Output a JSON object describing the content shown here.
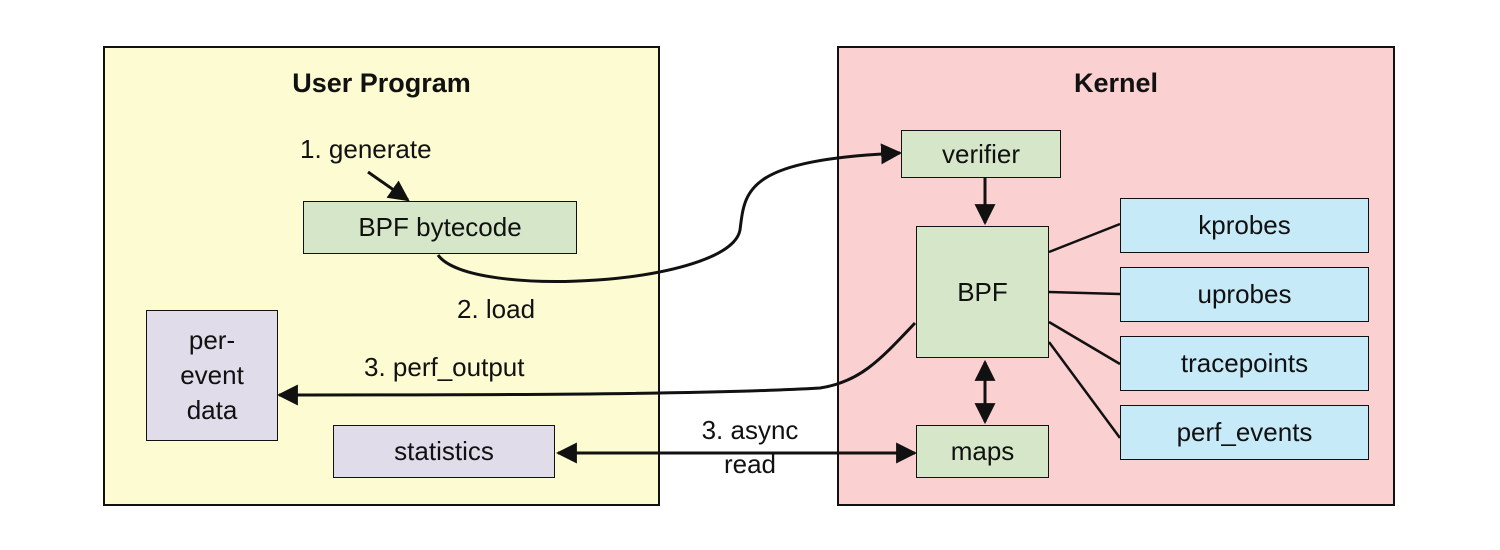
{
  "user_program": {
    "title": "User Program",
    "bytecode": "BPF bytecode",
    "per_event_data": [
      "per-",
      "event",
      "data"
    ],
    "statistics": "statistics"
  },
  "kernel": {
    "title": "Kernel",
    "verifier": "verifier",
    "bpf": "BPF",
    "maps": "maps",
    "sources": [
      "kprobes",
      "uprobes",
      "tracepoints",
      "perf_events"
    ]
  },
  "labels": {
    "generate": "1. generate",
    "load": "2. load",
    "perf_output": "3. perf_output",
    "async_read": [
      "3. async",
      "read"
    ]
  },
  "colors": {
    "user_panel": "#fdfbd2",
    "kernel_panel": "#fbd0d1",
    "green_box": "#d6e7c9",
    "purple_box": "#e1dcea",
    "blue_box": "#c7eaf8"
  }
}
